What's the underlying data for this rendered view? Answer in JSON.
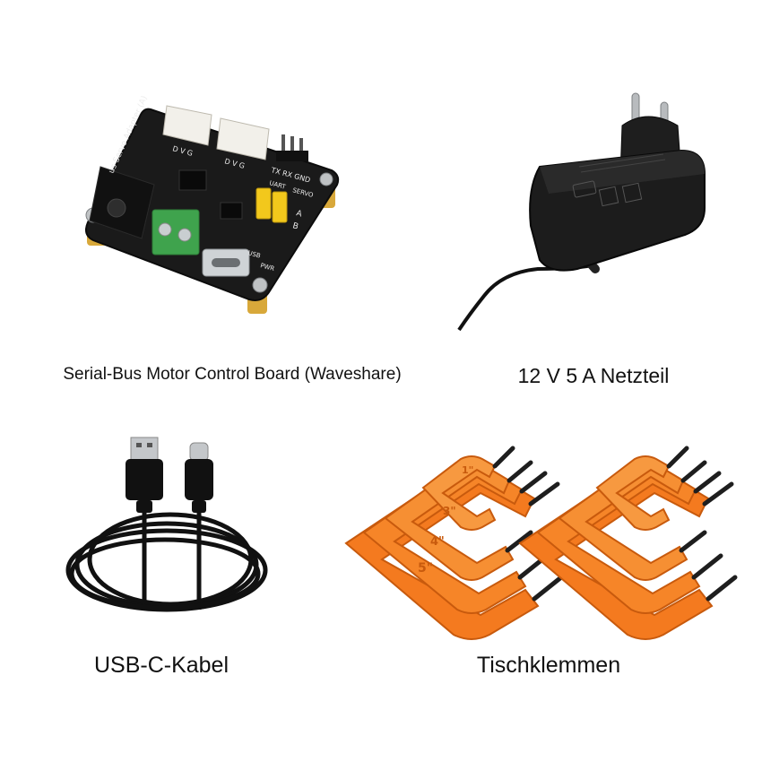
{
  "products": [
    {
      "caption": "Serial-Bus Motor Control Board (Waveshare)",
      "image": "motor-control-board",
      "board_labels": {
        "title": "us Servo Adapter (A)",
        "pins_left": "D V G",
        "pins_right": "D V G",
        "header": "TX RX GND",
        "uart": "UART",
        "servo": "SERVO",
        "usb": "USB",
        "pwr": "PWR",
        "jumper_a": "A",
        "jumper_b": "B"
      }
    },
    {
      "caption": "12 V 5 A Netzteil",
      "image": "power-supply"
    },
    {
      "caption": "USB-C-Kabel",
      "image": "usb-c-cable"
    },
    {
      "caption": "Tischklemmen",
      "image": "c-clamps",
      "clamp_sizes": [
        "1\"",
        "3\"",
        "4\"",
        "5\""
      ]
    }
  ],
  "colors": {
    "background": "#ffffff",
    "pcb": "#1a1a1a",
    "terminal": "#3fa34d",
    "jumper": "#f2c81c",
    "clamp": "#f47a1f",
    "cable": "#111111"
  }
}
